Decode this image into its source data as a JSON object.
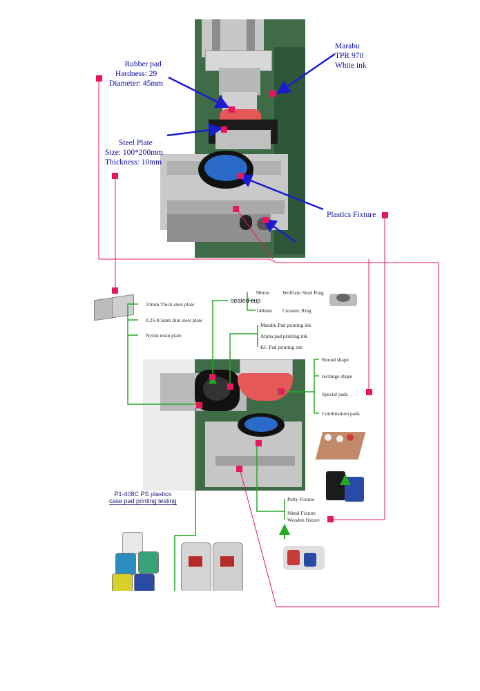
{
  "top": {
    "rubber_pad": [
      "Rubber pad",
      "Hardness: 29",
      "Diameter: 45mm"
    ],
    "marabu": [
      "Marabu",
      "TPR 970",
      "White ink"
    ],
    "steel_plate": [
      "Steel Plate",
      "Size: 100*200mm",
      "Thickness: 10mm"
    ],
    "plastics_fixture": "Plastics Fixture"
  },
  "bottom": {
    "steel_plate_options": [
      "10mm Thick steel plate",
      "0.25-0.5mm thin steel plate",
      "Nylon resin plate"
    ],
    "cup_label": "sealed cup",
    "cup_options": [
      "90mm",
      "140mm"
    ],
    "ring_options": [
      "Wolfram Steel  Ring",
      "Ceramic Ring"
    ],
    "ink_options": [
      "Marabu Pad printing ink",
      "Alpha pad printing ink",
      "KC Pad printing ink"
    ],
    "pad_options": [
      "Round shape",
      "rectange shape",
      "Special pads",
      "Combination pads"
    ],
    "fixture_options": [
      "Putty Fixture",
      "Metal Fixture",
      "Wooden fixture"
    ],
    "caption": [
      "P1-408C PS plastics",
      "case pad printing testing"
    ]
  },
  "colors": {
    "label_blue": "#0a0aa8",
    "marker_pink": "#e8175d",
    "arrow_green": "#22aa22",
    "machine_green": "#3f6b47"
  }
}
